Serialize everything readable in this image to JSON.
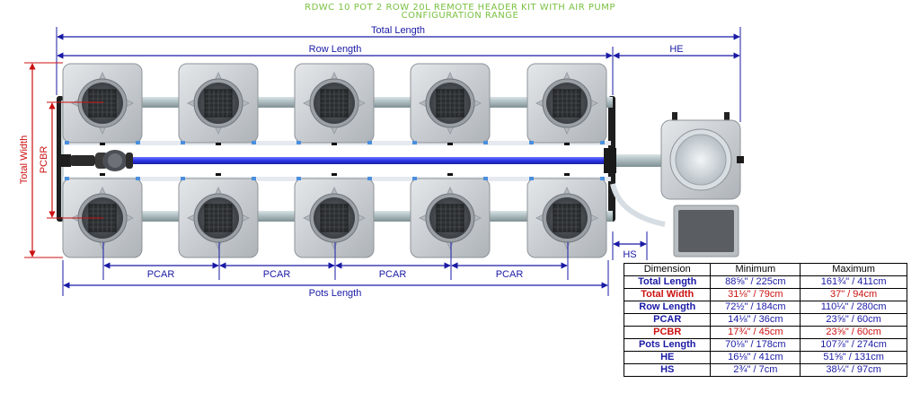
{
  "title": {
    "line1": "RDWC 10 POT 2 ROW 20L REMOTE HEADER KIT WITH AIR PUMP",
    "line2": "CONFIGURATION RANGE"
  },
  "labels": {
    "total_length": "Total Length",
    "row_length": "Row Length",
    "he": "HE",
    "total_width": "Total Width",
    "pcbr": "PCBR",
    "pcar": "PCAR",
    "pots_length": "Pots Length",
    "hs": "HS"
  },
  "colors": {
    "dimension_blue": "#1a1aa6",
    "dimension_red": "#cc1111",
    "title_green": "#7ac142",
    "pot_grey": "#c9ccd0",
    "pipe_grey": "#a8b4b8"
  },
  "table": {
    "headers": [
      "Dimension",
      "Minimum",
      "Maximum"
    ],
    "rows": [
      {
        "label": "Total Length",
        "min": "88⅝\" / 225cm",
        "max": "161¾\" / 411cm",
        "color": "blue"
      },
      {
        "label": "Total Width",
        "min": "31⅛\" / 79cm",
        "max": "37\" / 94cm",
        "color": "red"
      },
      {
        "label": "Row Length",
        "min": "72½\" / 184cm",
        "max": "110¼\" / 280cm",
        "color": "blue"
      },
      {
        "label": "PCAR",
        "min": "14⅛\" / 36cm",
        "max": "23⅝\" / 60cm",
        "color": "blue"
      },
      {
        "label": "PCBR",
        "min": "17¾\" / 45cm",
        "max": "23⅝\" / 60cm",
        "color": "red"
      },
      {
        "label": "Pots Length",
        "min": "70⅛\" / 178cm",
        "max": "107⅞\" / 274cm",
        "color": "blue"
      },
      {
        "label": "HE",
        "min": "16⅛\" / 41cm",
        "max": "51⅝\" / 131cm",
        "color": "blue"
      },
      {
        "label": "HS",
        "min": "2¾\" / 7cm",
        "max": "38¼\" / 97cm",
        "color": "blue"
      }
    ]
  }
}
